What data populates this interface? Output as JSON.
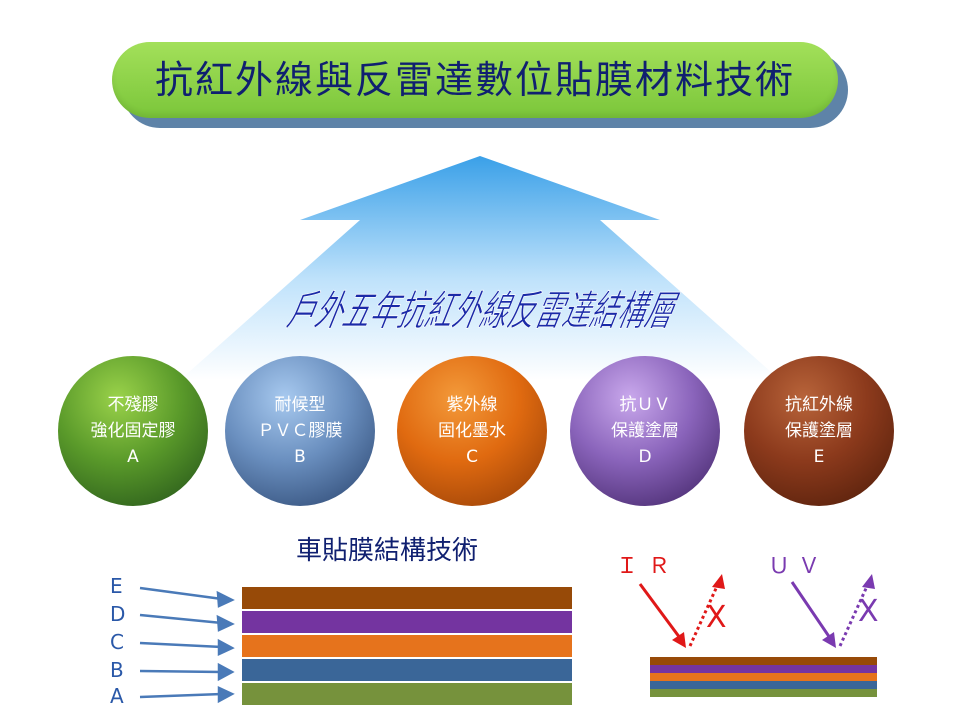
{
  "title": "抗紅外線與反雷達數位貼膜材料技術",
  "arrow_text": "戶外五年抗紅外線反雷達結構層",
  "circles": [
    {
      "line1": "不殘膠",
      "line2": "強化固定膠",
      "letter": "A"
    },
    {
      "line1": "耐候型",
      "line2": "ＰＶＣ膠膜",
      "letter": "B"
    },
    {
      "line1": "紫外線",
      "line2": "固化墨水",
      "letter": "C"
    },
    {
      "line1": "抗ＵＶ",
      "line2": "保護塗層",
      "letter": "D"
    },
    {
      "line1": "抗紅外線",
      "line2": "保護塗層",
      "letter": "E"
    }
  ],
  "structure_title": "車貼膜結構技術",
  "layer_labels": [
    "E",
    "D",
    "C",
    "B",
    "A"
  ],
  "ir_label": "ＩＲ",
  "uv_label": "ＵＶ",
  "blocked_mark": "X",
  "colors": {
    "title_pill": "#8fd14f",
    "title_shadow": "#5e83a8",
    "title_text": "#102070",
    "arrow_light": "#dcefff",
    "arrow_dark": "#4aa8e8",
    "layer_e": "#974a08",
    "layer_d": "#7434a0",
    "layer_c": "#e6731c",
    "layer_b": "#3a6698",
    "layer_a": "#76923c",
    "ir": "#e01818",
    "uv": "#7a3ab0",
    "label_blue": "#2a58a8"
  }
}
